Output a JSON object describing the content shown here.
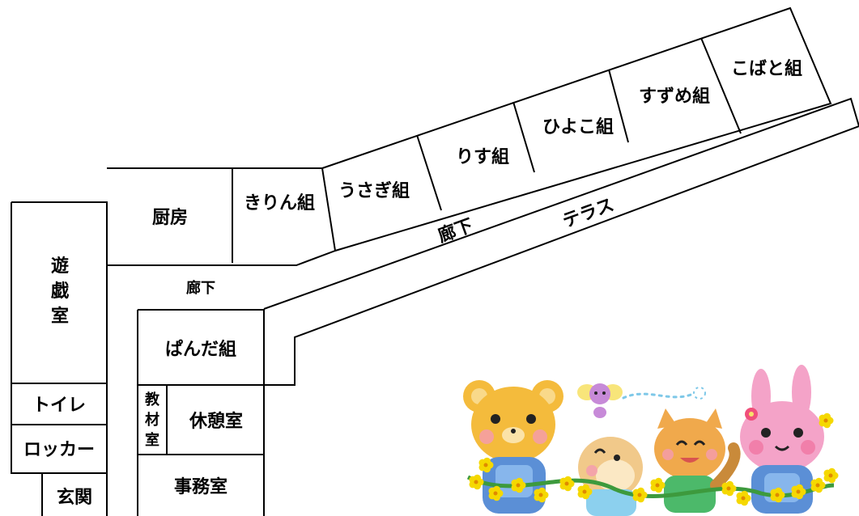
{
  "rooms": {
    "kitchen": "厨房",
    "kirin": "きりん組",
    "usagi": "うさぎ組",
    "risu": "りす組",
    "hiyoko": "ひよこ組",
    "suzume": "すずめ組",
    "kobato": "こばと組",
    "playroom": [
      "遊",
      "戯",
      "室"
    ],
    "panda": "ぱんだ組",
    "toilet": "トイレ",
    "locker": "ロッカー",
    "entrance": "玄関",
    "materials": [
      "教",
      "材",
      "室"
    ],
    "lounge": "休憩室",
    "office": "事務室"
  },
  "areas": {
    "corridor_upper": "廊下",
    "corridor_lower": "廊下",
    "terrace": "テラス"
  },
  "illustration": {
    "characters": [
      "bear",
      "hamster",
      "cat",
      "rabbit",
      "bee"
    ],
    "flowers_color": "#f5d800"
  }
}
